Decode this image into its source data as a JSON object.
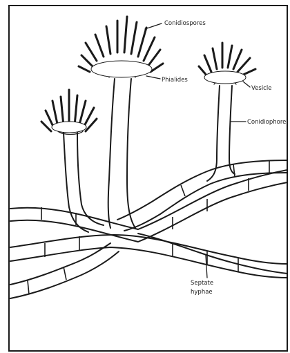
{
  "labels": {
    "conidiospores": "Conidiospores",
    "phialides": "Phialides",
    "vesicle": "Vesicle",
    "conidiophore": "Conidiophore",
    "septate_line1": "Septate",
    "septate_line2": "hyphae"
  },
  "colors": {
    "ink": "#1a1a1a",
    "paper": "#ffffff"
  }
}
